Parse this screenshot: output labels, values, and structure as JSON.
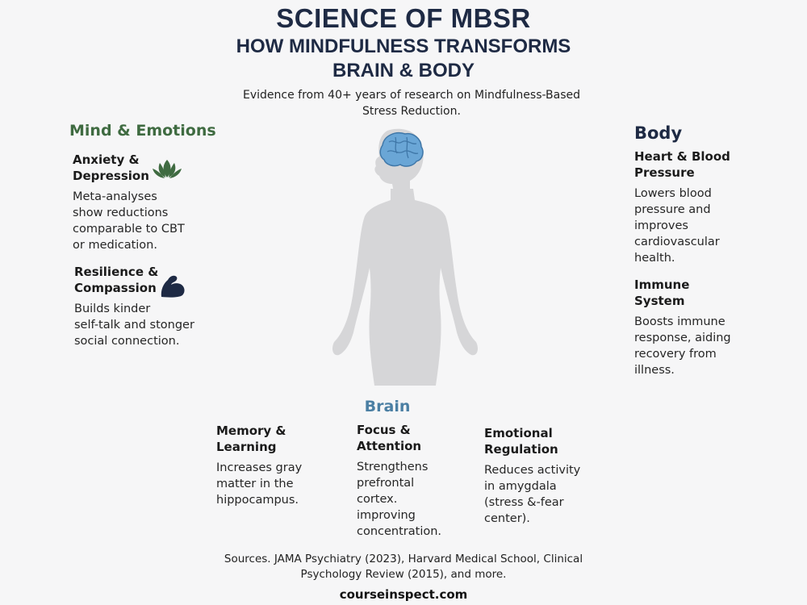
{
  "header": {
    "title": "SCIENCE OF MBSR",
    "subtitle_line1": "HOW MINDFULNESS TRANSFORMS",
    "subtitle_line2": "BRAIN & BODY",
    "intro_line1": "Evidence from 40+ years of research on Mindfulness-Based",
    "intro_line2": "Stress Reduction."
  },
  "mind": {
    "heading": "Mind & Emotions",
    "items": [
      {
        "title_lines": [
          "Anxiety &",
          "Depression"
        ],
        "text_lines": [
          "Meta-analyses",
          "show reductions",
          "comparable to CBT",
          "or medication."
        ],
        "icon": "lotus-icon"
      },
      {
        "title_lines": [
          "Resilience &",
          "Compassion"
        ],
        "text_lines": [
          "Builds kinder",
          "self-talk and stonger",
          "social connection."
        ],
        "icon": "flexed-arm-icon"
      }
    ]
  },
  "body": {
    "heading": "Body",
    "items": [
      {
        "title_lines": [
          "Heart & Blood",
          "Pressure"
        ],
        "text_lines": [
          "Lowers blood",
          "pressure and",
          "improves",
          "cardiovascular",
          "health."
        ]
      },
      {
        "title_lines": [
          "Immune",
          "System"
        ],
        "text_lines": [
          "Boosts immune",
          "response, aiding",
          "recovery from",
          "illness."
        ]
      }
    ]
  },
  "brain": {
    "heading": "Brain",
    "items": [
      {
        "title_lines": [
          "Memory &",
          "Learning"
        ],
        "text_lines": [
          "Increases gray",
          "matter in the",
          "hippocampus."
        ]
      },
      {
        "title_lines": [
          "Focus &",
          "Attention"
        ],
        "text_lines": [
          "Strengthens",
          "prefrontal",
          "cortex.",
          "improving",
          "concentration."
        ]
      },
      {
        "title_lines": [
          "Emotional",
          "Regulation"
        ],
        "text_lines": [
          "Reduces activity",
          "in amygdala",
          "(stress &-fear",
          "center)."
        ]
      }
    ]
  },
  "footer": {
    "sources_line1": "Sources. JAMA Psychiatry (2023), Harvard Medical School, Clinical",
    "sources_line2": "Psychology Review (2015), and more.",
    "site": "courseinspect.com"
  },
  "colors": {
    "title": "#1e2a44",
    "mind_heading": "#3f6b41",
    "brain_heading": "#4b7fa3",
    "figure": "#d6d6d8",
    "brain_fill": "#6aa6d6"
  }
}
